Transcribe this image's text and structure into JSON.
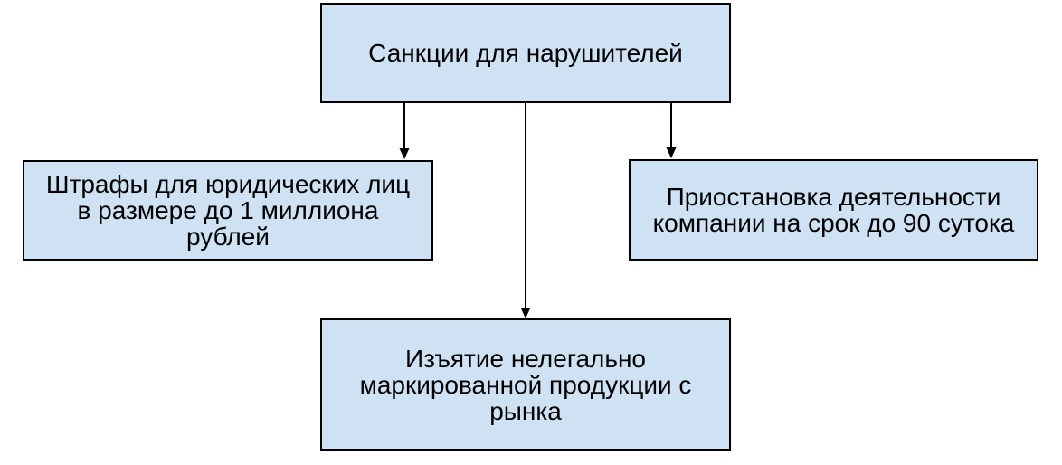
{
  "diagram": {
    "type": "flowchart",
    "background_color": "#ffffff",
    "node_fill_color": "#cfe2f3",
    "node_border_color": "#000000",
    "text_color": "#000000",
    "arrow_color": "#000000",
    "nodes": {
      "sanctions": {
        "role": "root",
        "label": "Санкции для нарушителей"
      },
      "fines": {
        "role": "child",
        "label": "Штрафы для юридических лиц\nв размере до 1 миллиона\nрублей"
      },
      "suspension": {
        "role": "child",
        "label": "Приостановка деятельности\nкомпании на срок до 90 сутока"
      },
      "seizure": {
        "role": "child",
        "label": "Изъятие нелегально\nмаркированной продукции с\nрынка"
      }
    },
    "edges": [
      {
        "from": "sanctions",
        "to": "fines"
      },
      {
        "from": "sanctions",
        "to": "seizure"
      },
      {
        "from": "sanctions",
        "to": "suspension"
      }
    ]
  }
}
